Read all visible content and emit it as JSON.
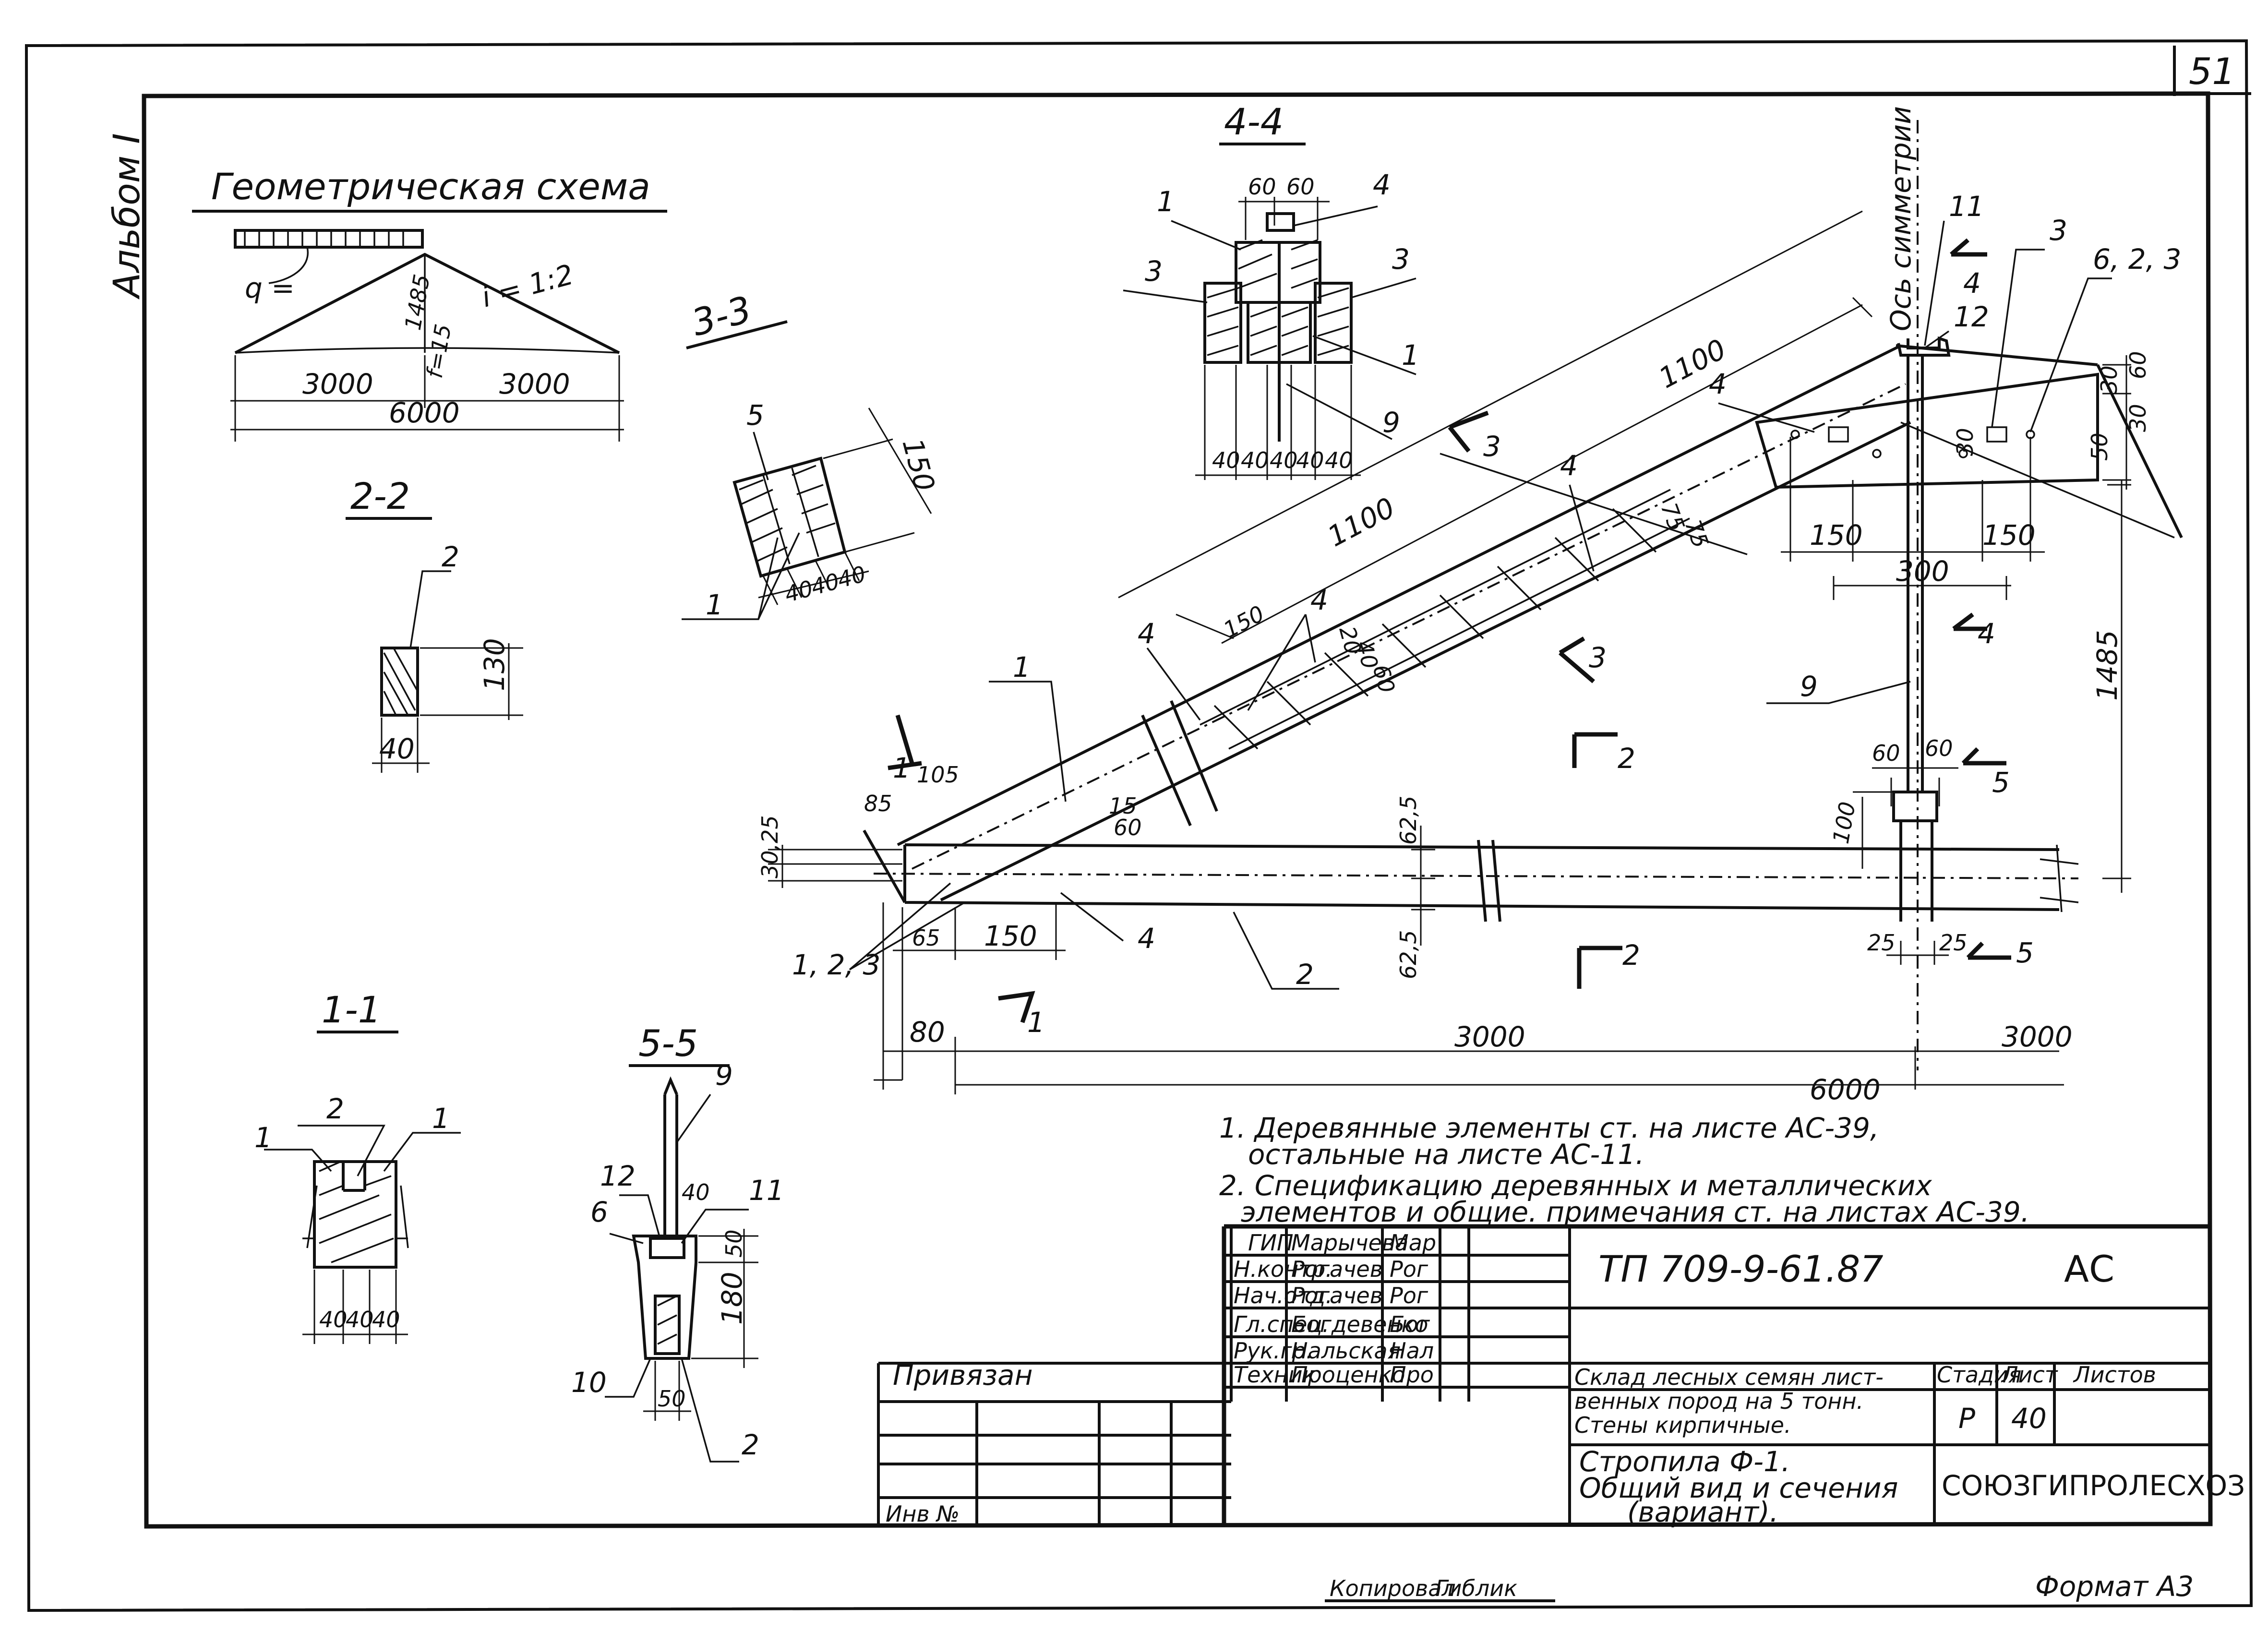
{
  "sheet": {
    "page_number": "51",
    "album_label": "Альбом I",
    "copied_by": "Копировал",
    "copied_sign": "Гиблик",
    "format": "Формат А3"
  },
  "geo_scheme": {
    "title": "Геометрическая схема",
    "load": "q =",
    "slope": "i = 1:2",
    "height": "1485",
    "camber": "f=15",
    "span_left": "3000",
    "span_right": "3000",
    "span_total": "6000"
  },
  "sections": {
    "s22": {
      "title": "2-2",
      "mark": "2",
      "h": "130",
      "w": "40"
    },
    "s33": {
      "title": "3-3",
      "mark5": "5",
      "h": "150",
      "mark1": "1",
      "d1": "40",
      "d2": "40",
      "d3": "40"
    },
    "s44": {
      "title": "4-4",
      "top1": "60",
      "top2": "60",
      "m1": "1",
      "m4": "4",
      "m3l": "3",
      "m3r": "3",
      "m1b": "1",
      "m9": "9",
      "b1": "40",
      "b2": "40",
      "b3": "40",
      "b4": "40",
      "b5": "40"
    },
    "s11": {
      "title": "1-1",
      "m1l": "1",
      "m2": "2",
      "m1r": "1",
      "b1": "40",
      "b2": "40",
      "b3": "40"
    },
    "s55": {
      "title": "5-5",
      "m9": "9",
      "m12": "12",
      "m6": "6",
      "m40": "40",
      "m11": "11",
      "d50": "50",
      "d180": "180",
      "m10": "10",
      "w50": "50",
      "m2": "2"
    }
  },
  "main_view": {
    "d1100a": "1100",
    "d1100b": "1100",
    "d1485": "1485",
    "axis_label": "Ось симметрии",
    "m11": "11",
    "m12": "12",
    "m3": "3",
    "m623": "6, 2, 3",
    "d30a": "30",
    "d60a": "60",
    "d30b": "30",
    "d30c": "30",
    "d50": "50",
    "d150a": "150",
    "d150b": "150",
    "d300": "300",
    "m4top": "4",
    "m4a": "4",
    "m4b": "4",
    "m4c": "4",
    "m4d": "4",
    "m4e": "4",
    "m4f": "4",
    "m3a": "3",
    "m3b": "3",
    "m2a": "2",
    "m2b": "2",
    "m2c": "2",
    "m1a": "1",
    "m1b": "1",
    "m1c": "1",
    "m9": "9",
    "m5a": "5",
    "m5b": "5",
    "d75a": "75",
    "d75b": "75",
    "d150c": "150",
    "d20": "20",
    "d40": "40",
    "d60b": "60",
    "d85": "85",
    "d105": "105",
    "d15": "15",
    "d60c": "60",
    "d30_25": "30,25",
    "d62_5a": "62,5",
    "d62_5b": "62,5",
    "m123": "1, 2, 3",
    "d65": "65",
    "d150d": "150",
    "d80": "80",
    "d3000a": "3000",
    "d3000b": "3000",
    "d6000": "6000",
    "d60d": "60",
    "d60e": "60",
    "d100": "100",
    "d25a": "25",
    "d25b": "25"
  },
  "notes": {
    "n1a": "1. Деревянные элементы  ст. на листе АС-39,",
    "n1b": "остальные на листе АС-11.",
    "n2a": "2. Спецификацию деревянных и металлических",
    "n2b": "элементов и общие. примечания  ст. на листах АС-39."
  },
  "title_block": {
    "signers": [
      {
        "role": "ГИП",
        "name": "Марычева",
        "sign": "Мар"
      },
      {
        "role": "Н.контр.",
        "name": "Рогачев",
        "sign": "Рог"
      },
      {
        "role": "Нач.отд.",
        "name": "Рогачев",
        "sign": "Рог"
      },
      {
        "role": "Гл.спец.",
        "name": "Богдевенко",
        "sign": "Бог"
      },
      {
        "role": "Рук.гр.",
        "name": "Нальская",
        "sign": "Нал"
      },
      {
        "role": "Техник",
        "name": "Проценко",
        "sign": "Про"
      }
    ],
    "doc_code": "ТП 709-9-61.87",
    "mark": "АС",
    "project_1": "Склад лесных семян лист-",
    "project_2": "венных пород на 5 тонн.",
    "project_3": "Стены кирпичные.",
    "stage_h": "Стадия",
    "sheet_h": "Лист",
    "sheets_h": "Листов",
    "stage": "Р",
    "sheet": "40",
    "sheets": "",
    "drawing_1": "Стропила Ф-1.",
    "drawing_2": "Общий вид и сечения",
    "drawing_3": "(вариант).",
    "org": "СОЮЗГИПРОЛЕСХОЗ",
    "tied": "Привязан",
    "inv": "Инв №"
  }
}
